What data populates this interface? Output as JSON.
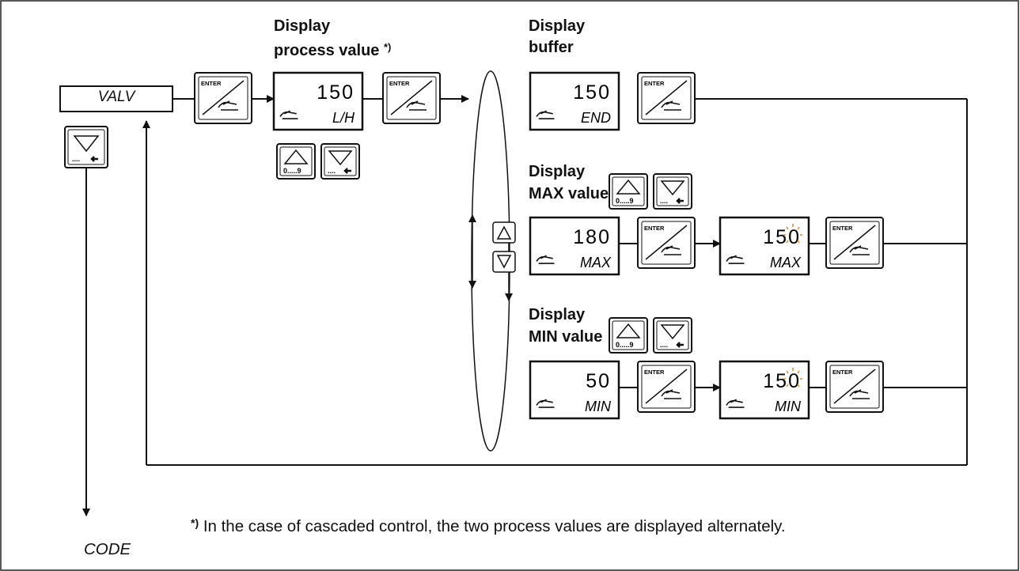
{
  "labels": {
    "process_title_line1": "Display",
    "process_title_line2": "process value",
    "process_title_mark": "*)",
    "buffer_title_line1": "Display",
    "buffer_title_line2": "buffer",
    "max_title_line1": "Display",
    "max_title_line2": "MAX value",
    "min_title_line1": "Display",
    "min_title_line2": "MIN value"
  },
  "menu_item": "VALV",
  "exit_item": "CODE",
  "enter_key_label": "ENTER",
  "digit_key_label": "0.....9",
  "dots_key_label": "....",
  "displays": {
    "process": {
      "value": "150",
      "unit": "L/H"
    },
    "buffer": {
      "value": "150",
      "unit": "END"
    },
    "max": {
      "value": "180",
      "unit": "MAX"
    },
    "max_edit": {
      "value": "150",
      "unit": "MAX"
    },
    "min": {
      "value": "50",
      "unit": "MIN"
    },
    "min_edit": {
      "value": "150",
      "unit": "MIN"
    }
  },
  "footnote": {
    "mark": "*)",
    "text": " In the case of cascaded control, the two process values are displayed alternately."
  },
  "colors": {
    "line": "#111111",
    "blink": "#e8822a"
  }
}
